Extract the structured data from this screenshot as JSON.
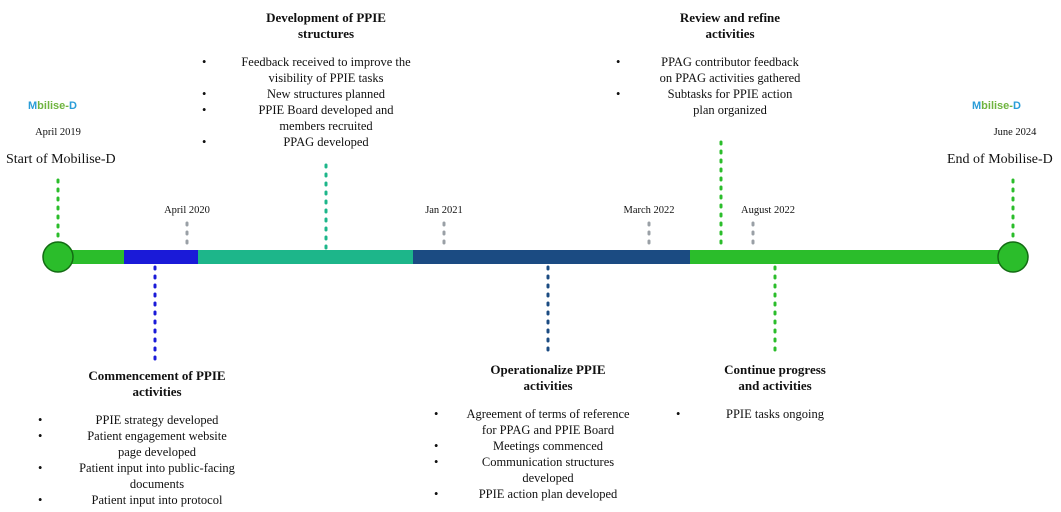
{
  "colors": {
    "green": "#2bbd2b",
    "teal": "#1db68a",
    "blue": "#1a1ad8",
    "navy": "#1b4b82",
    "grey_dots": "#9aa0a6"
  },
  "logo": {
    "m": "M",
    "rest": "bilise-",
    "d": "D"
  },
  "start": {
    "date": "April 2019",
    "label": "Start of Mobilise-D"
  },
  "end": {
    "date": "June 2024",
    "label": "End of Mobilise-D"
  },
  "ticks": [
    "April 2020",
    "Jan 2021",
    "March 2022",
    "August 2022"
  ],
  "phases": {
    "development": {
      "heading": [
        "Development of PPIE",
        "structures"
      ],
      "items": [
        [
          "Feedback received to improve the",
          "visibility of PPIE tasks"
        ],
        [
          "New structures planned"
        ],
        [
          "PPIE Board developed and",
          "members recruited"
        ],
        [
          "PPAG developed"
        ]
      ]
    },
    "review": {
      "heading": [
        "Review and refine",
        "activities"
      ],
      "items": [
        [
          "PPAG contributor feedback",
          "on PPAG activities gathered"
        ],
        [
          "Subtasks for PPIE action",
          "plan organized"
        ]
      ]
    },
    "commencement": {
      "heading": [
        "Commencement of PPIE",
        "activities"
      ],
      "items": [
        [
          "PPIE strategy developed"
        ],
        [
          "Patient engagement website",
          "page developed"
        ],
        [
          "Patient input into public-facing",
          "documents"
        ],
        [
          "Patient input into protocol"
        ]
      ]
    },
    "operationalize": {
      "heading": [
        "Operationalize PPIE",
        "activities"
      ],
      "items": [
        [
          "Agreement of terms of reference",
          "for PPAG and PPIE Board"
        ],
        [
          "Meetings commenced"
        ],
        [
          "Communication structures",
          "developed"
        ],
        [
          "PPIE action plan developed"
        ]
      ]
    },
    "continue": {
      "heading": [
        "Continue progress",
        "and activities"
      ],
      "items": [
        [
          "PPIE tasks ongoing"
        ]
      ]
    }
  }
}
